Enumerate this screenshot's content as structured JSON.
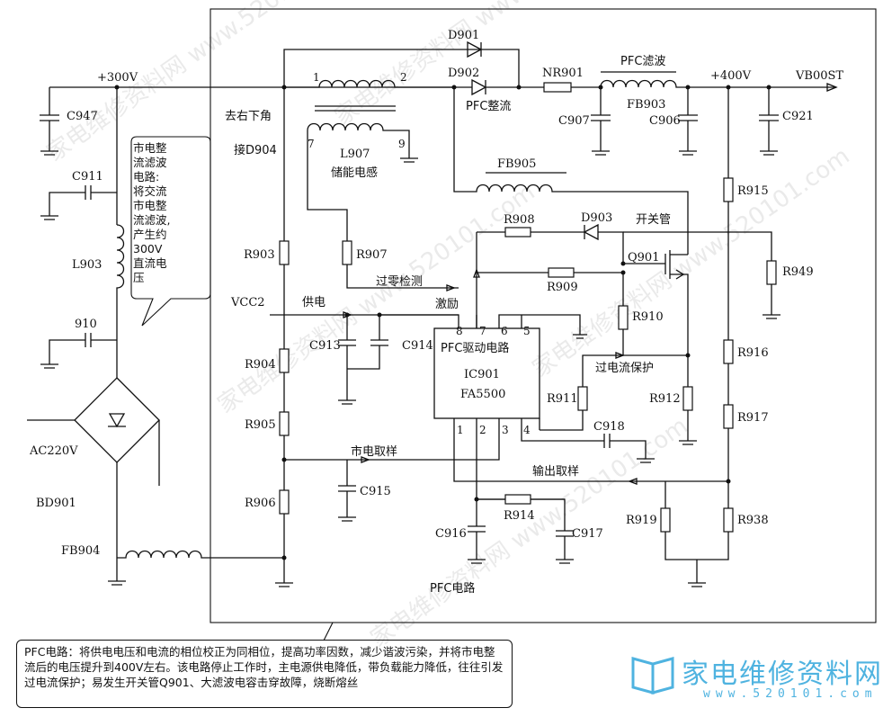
{
  "labels": {
    "v300": "+300V",
    "v400": "+400V",
    "vb00st": "VB00ST",
    "d901": "D901",
    "d902": "D902",
    "pfc_rect": "PFC整流",
    "nr901": "NR901",
    "pfc_filter": "PFC滤波",
    "fb903": "FB903",
    "c907": "C907",
    "c906": "C906",
    "c921": "C921",
    "c947": "C947",
    "c911": "C911",
    "l903": "L903",
    "c910": "910",
    "ac220": "AC220V",
    "bd901": "BD901",
    "fb904": "FB904",
    "to_lower_right": "去右下角",
    "to_d904": "接D904",
    "l907": "L907",
    "storage_inductor": "储能电感",
    "fb905": "FB905",
    "r915": "R915",
    "r908": "R908",
    "d903": "D903",
    "switch_tube": "开关管",
    "q901": "Q901",
    "r949": "R949",
    "r903": "R903",
    "r907": "R907",
    "zero_detect": "过零检测",
    "r909": "R909",
    "vcc2": "VCC2",
    "power_supply": "供电",
    "excite": "激励",
    "r910": "R910",
    "c913": "C913",
    "c914": "C914",
    "ic_title": "PFC驱动电路",
    "ic_part": "IC901",
    "ic_model": "FA5500",
    "r904": "R904",
    "overcurrent": "过电流保护",
    "r916": "R916",
    "r911": "R911",
    "r912": "R912",
    "c918": "C918",
    "r917": "R917",
    "r905": "R905",
    "mains_sample": "市电取样",
    "output_sample": "输出取样",
    "c915": "C915",
    "r906": "R906",
    "r914": "R914",
    "r919": "R919",
    "r938": "R938",
    "c916": "C916",
    "c917": "C917",
    "pfc_circuit": "PFC电路",
    "pin1": "1",
    "pin2": "2",
    "pin7": "7",
    "pin9": "9",
    "ic_pin1": "1",
    "ic_pin2": "2",
    "ic_pin3": "3",
    "ic_pin4": "4",
    "ic_pin5": "5",
    "ic_pin6": "6",
    "ic_pin7": "7",
    "ic_pin8": "8"
  },
  "callout": {
    "lines": [
      "市电整",
      "流滤波",
      "电路:",
      "将交流",
      "市电整",
      "流滤波,",
      "产生约",
      "300V",
      "直流电",
      "压"
    ]
  },
  "note": {
    "text": "PFC电路：将供电电压和电流的相位校正为同相位，提高功率因数，减少谐波污染，并将市电整流后的电压提升到400V左右。该电路停止工作时，主电源供电降低，带负载能力降低，往往引发过电流保护；易发生开关管Q901、大滤波电容击穿故障，烧断熔丝"
  },
  "brand": {
    "name": "家电维修资料网",
    "url": "www.520101.com"
  },
  "watermark": {
    "text": "家电维修资料网 www.520101.com"
  },
  "colors": {
    "brand": "#4fb3e0",
    "ink": "#111111"
  }
}
